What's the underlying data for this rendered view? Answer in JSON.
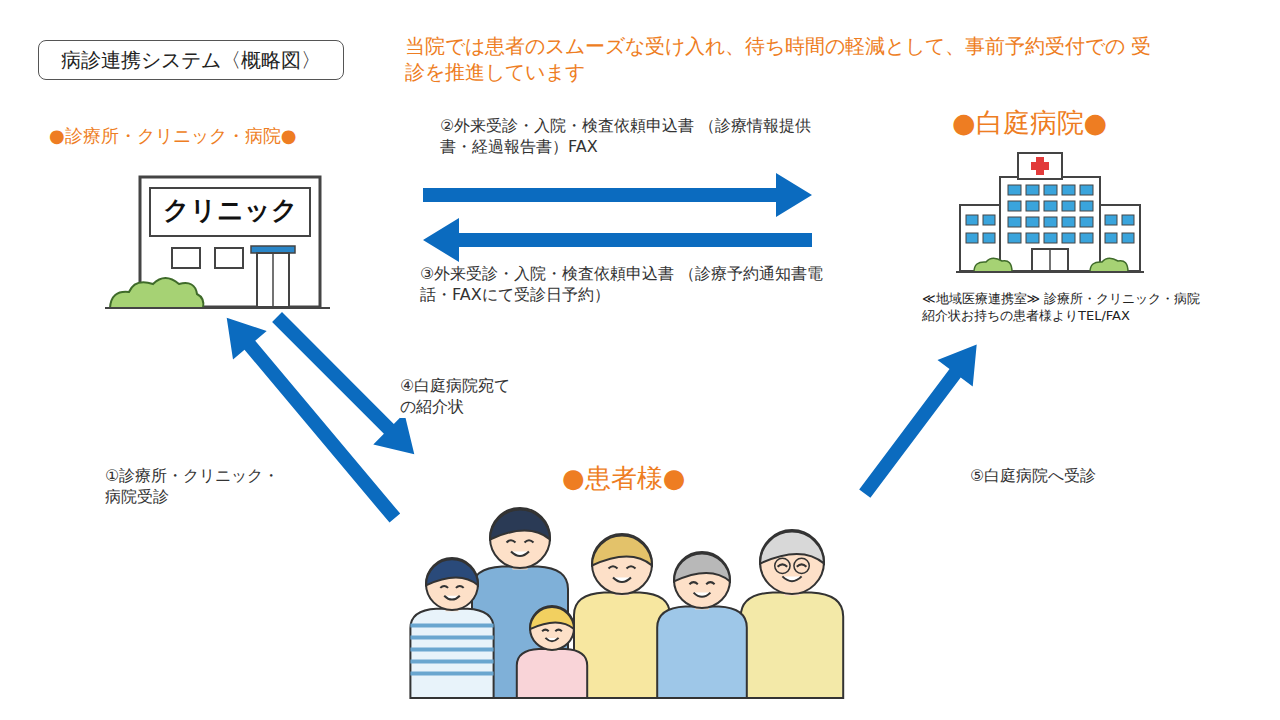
{
  "diagram": {
    "title": "病診連携システム〈概略図〉",
    "nodes": [
      {
        "text": [
          "●診療所・クリニック・病院●",
          "クリニック"
        ]
      },
      {
        "text": [
          "●白庭病院●",
          "≪地域医療連携室≫ 診療所・クリニック・病院 紹介状お持ちの患者様よりTEL/FAX"
        ]
      },
      {
        "text": [
          "●患者様●"
        ]
      }
    ],
    "edges": [
      {
        "from": 0,
        "to": 1,
        "arrow": "to",
        "label": "②外来受診・入院・検査依頼申込書 （診療情報提供書・経過報告書）FAX"
      },
      {
        "from": 1,
        "to": 0,
        "arrow": "to",
        "label": "③外来受診・入院・検査依頼申込書 （診療予約通知書電話・FAXにて受診日予約）"
      },
      {
        "from": 2,
        "to": 0,
        "arrow": "to",
        "label": "①診療所・クリニック・ 病院受診"
      },
      {
        "from": 0,
        "to": 2,
        "arrow": "to",
        "label": "④白庭病院宛て の紹介状"
      },
      {
        "from": 2,
        "to": 1,
        "arrow": "to",
        "label": "⑤白庭病院へ受診"
      }
    ],
    "labels": [
      "当院では患者のスムーズな受け入れ、待ち時間の軽減として、事前予約受付での 受診を推進しています"
    ]
  }
}
